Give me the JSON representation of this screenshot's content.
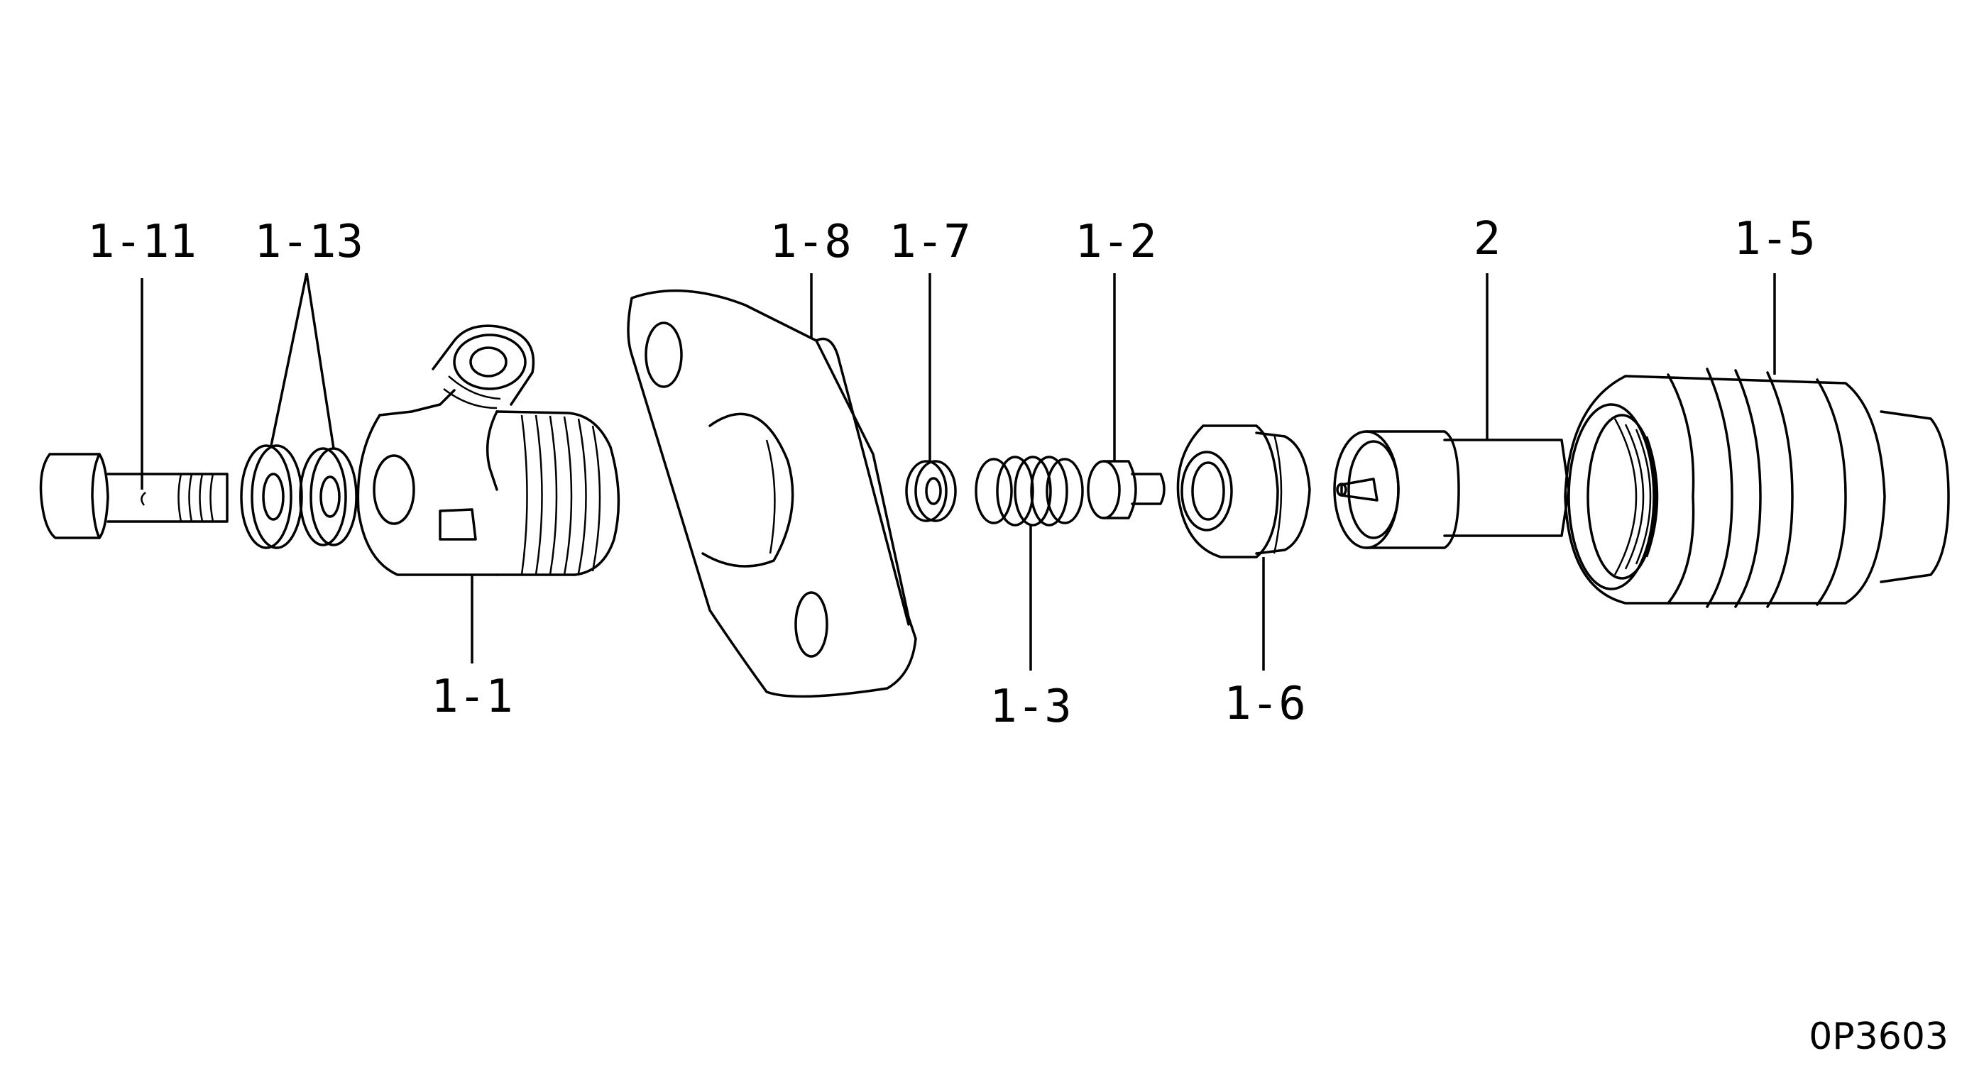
{
  "labels": {
    "p1_11": "1-11",
    "p1_13": "1-13",
    "p1_8": "1-8",
    "p1_7": "1-7",
    "p1_2": "1-2",
    "p2": "2",
    "p1_5": "1-5",
    "p1_1": "1-1",
    "p1_3": "1-3",
    "p1_6": "1-6"
  },
  "figure_code": "0P3603"
}
